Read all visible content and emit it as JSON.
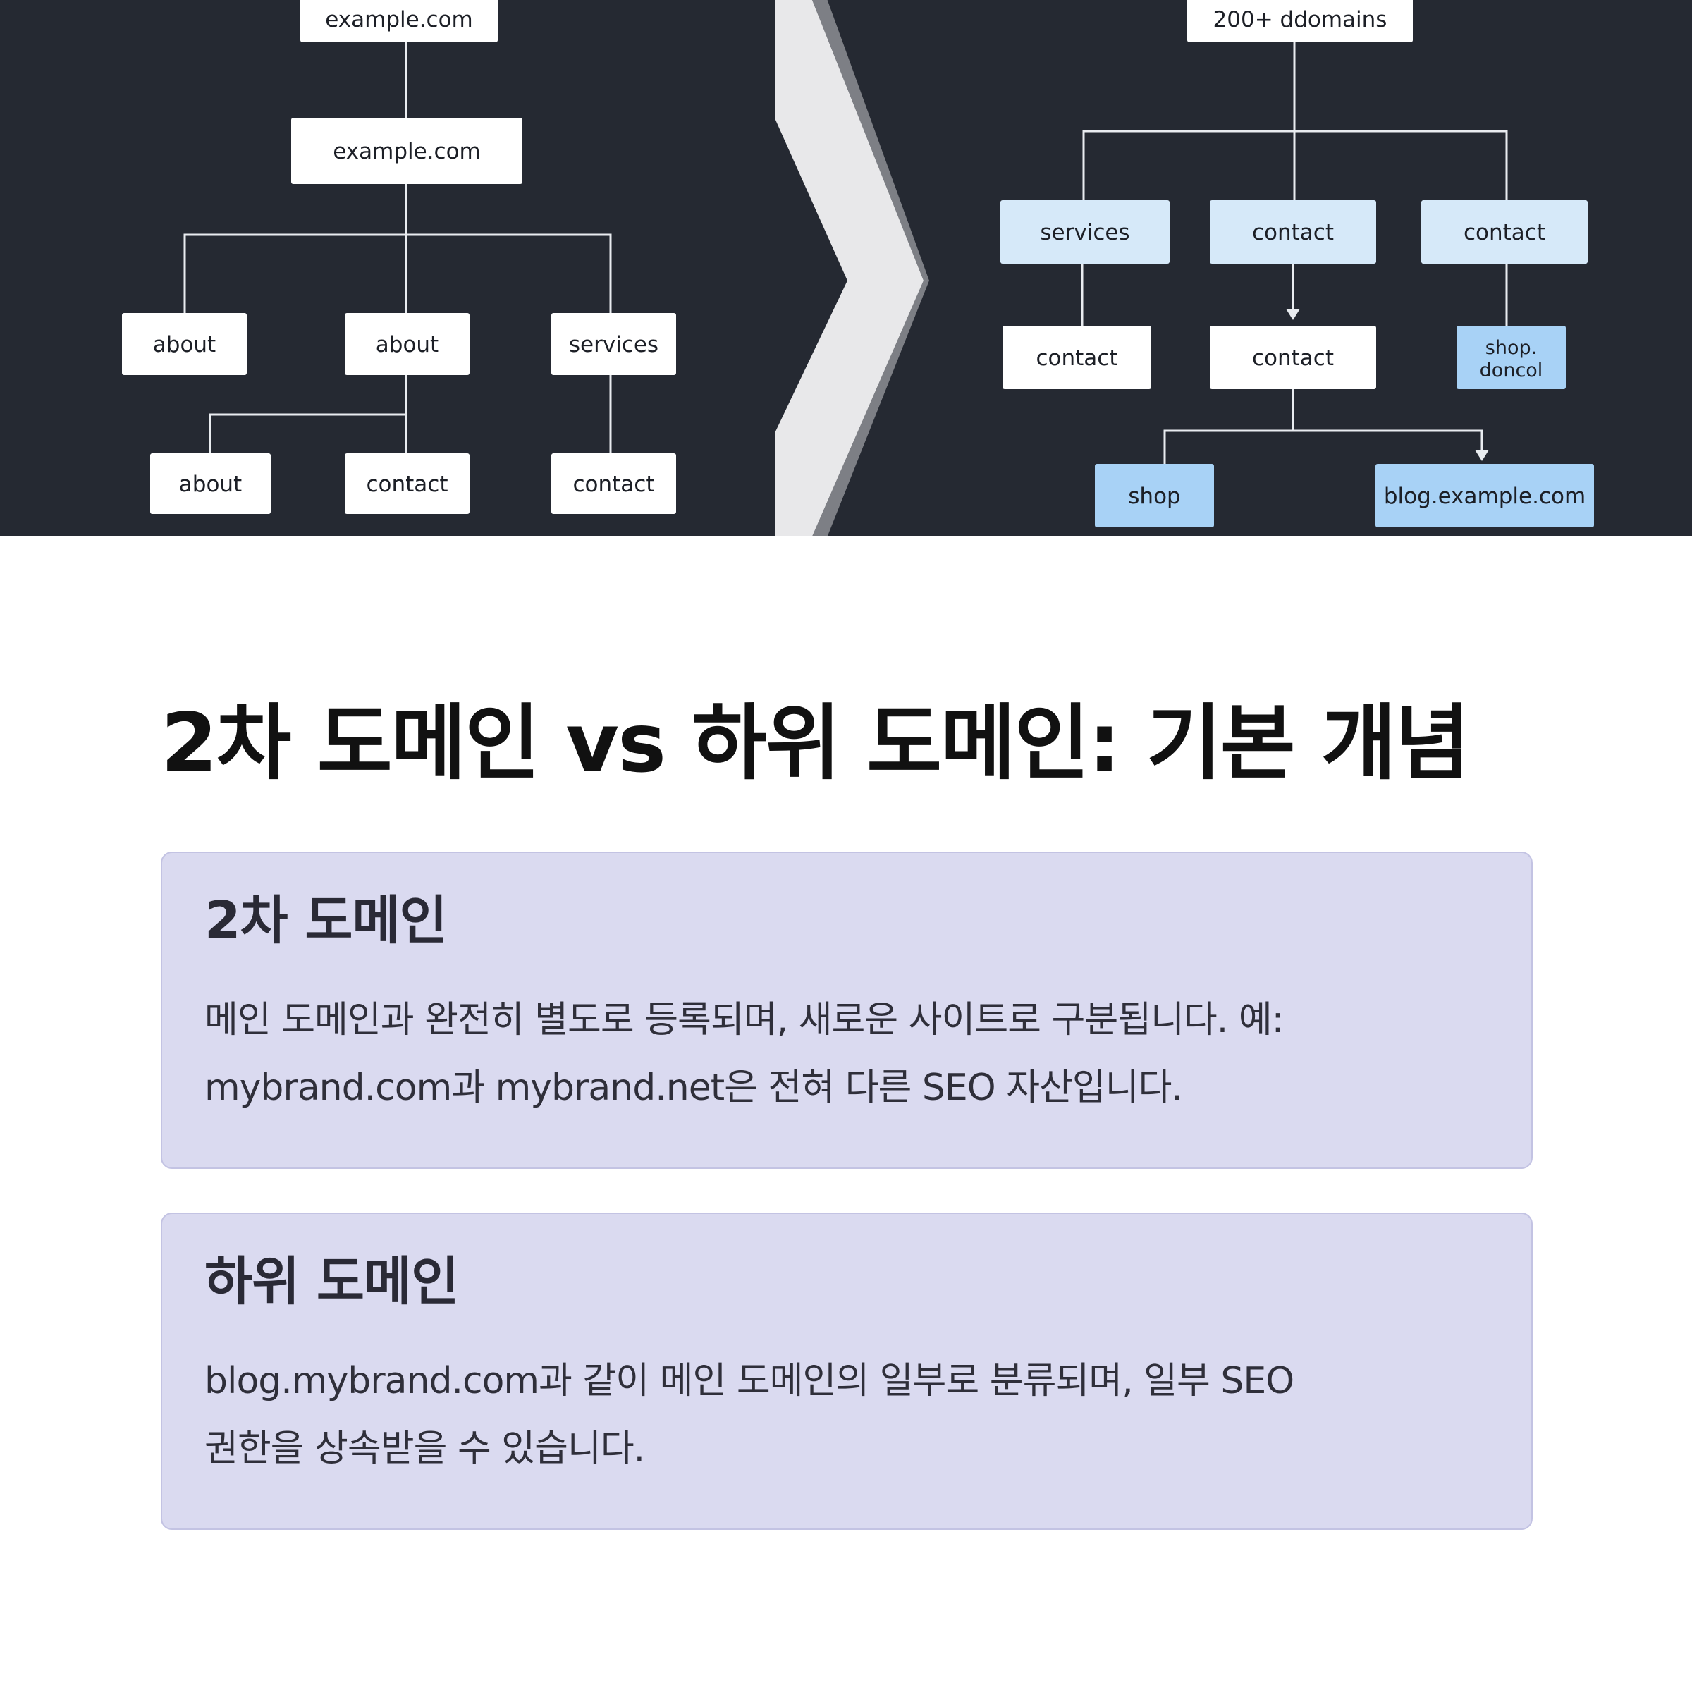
{
  "diagram": {
    "left_tree": {
      "nodes": [
        {
          "id": "l_root",
          "label": "example.com"
        },
        {
          "id": "l_mid",
          "label": "example.com"
        },
        {
          "id": "l_a1",
          "label": "about"
        },
        {
          "id": "l_a2",
          "label": "about"
        },
        {
          "id": "l_svc",
          "label": "services"
        },
        {
          "id": "l_a3",
          "label": "about"
        },
        {
          "id": "l_c1",
          "label": "contact"
        },
        {
          "id": "l_c2",
          "label": "contact"
        }
      ],
      "edges": [
        [
          "l_root",
          "l_mid"
        ],
        [
          "l_mid",
          "l_a1"
        ],
        [
          "l_mid",
          "l_a2"
        ],
        [
          "l_mid",
          "l_svc"
        ],
        [
          "l_a2",
          "l_a3"
        ],
        [
          "l_a2",
          "l_c1"
        ],
        [
          "l_svc",
          "l_c2"
        ]
      ]
    },
    "right_tree": {
      "nodes": [
        {
          "id": "r_root",
          "label": "200+ ddomains",
          "style": "white"
        },
        {
          "id": "r_svc",
          "label": "services",
          "style": "light"
        },
        {
          "id": "r_c1",
          "label": "contact",
          "style": "light"
        },
        {
          "id": "r_c2",
          "label": "contact",
          "style": "light"
        },
        {
          "id": "r_c3",
          "label": "contact",
          "style": "white"
        },
        {
          "id": "r_c4",
          "label": "contact",
          "style": "white"
        },
        {
          "id": "r_shopdon",
          "label": "shop.",
          "label2": "doncol",
          "style": "blue"
        },
        {
          "id": "r_shop",
          "label": "shop",
          "style": "blue"
        },
        {
          "id": "r_blog",
          "label": "blog.example.com",
          "style": "blue"
        }
      ],
      "edges": [
        [
          "r_root",
          "r_svc"
        ],
        [
          "r_root",
          "r_c1"
        ],
        [
          "r_root",
          "r_c2"
        ],
        [
          "r_svc",
          "r_c3"
        ],
        [
          "r_c1",
          "r_c4"
        ],
        [
          "r_c2",
          "r_shopdon"
        ],
        [
          "r_c4",
          "r_shop"
        ],
        [
          "r_c4",
          "r_blog"
        ]
      ]
    },
    "colors": {
      "background": "#252932",
      "node_white": "#ffffff",
      "node_light": "#d6e9f9",
      "node_blue": "#a8d2f6",
      "line": "#e9ecf0",
      "chevron": "#e8e8ea"
    }
  },
  "title": "2차 도메인 vs 하위 도메인: 기본 개념",
  "cards": {
    "secondary": {
      "heading": "2차 도메인",
      "body_line1": "메인 도메인과 완전히 별도로 등록되며, 새로운 사이트로 구분됩니다. 예:",
      "body_line2": "mybrand.com과 mybrand.net은 전혀 다른 SEO 자산입니다."
    },
    "subdomain": {
      "heading": "하위 도메인",
      "body_line1": "blog.mybrand.com과 같이 메인 도메인의 일부로 분류되며, 일부 SEO",
      "body_line2": "권한을 상속받을 수 있습니다."
    }
  }
}
